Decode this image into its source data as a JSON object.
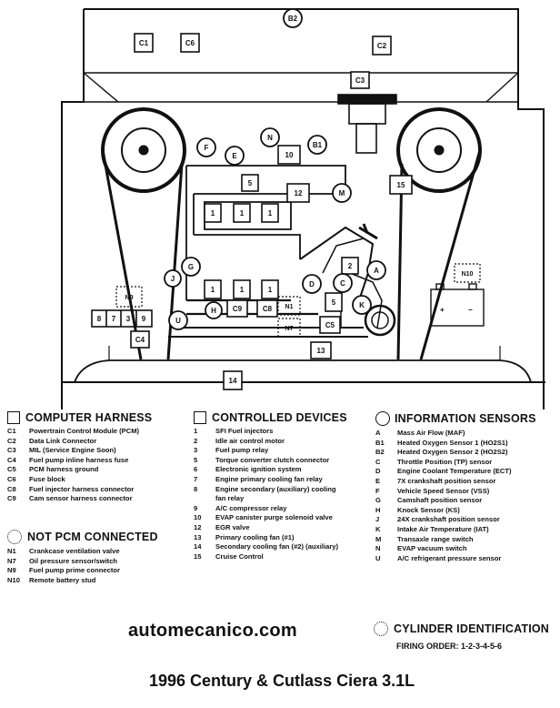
{
  "diagram": {
    "connectors": [
      {
        "id": "c1",
        "text": "C1"
      },
      {
        "id": "c6",
        "text": "C6"
      },
      {
        "id": "c2",
        "text": "C2"
      },
      {
        "id": "c3",
        "text": "C3"
      },
      {
        "id": "c4",
        "text": "C4"
      },
      {
        "id": "c5",
        "text": "C5"
      },
      {
        "id": "c8",
        "text": "C8"
      },
      {
        "id": "c9",
        "text": "C9"
      },
      {
        "id": "d10",
        "text": "10"
      },
      {
        "id": "d5",
        "text": "5"
      },
      {
        "id": "d12",
        "text": "12"
      },
      {
        "id": "d15",
        "text": "15"
      },
      {
        "id": "d13",
        "text": "13"
      },
      {
        "id": "d14",
        "text": "14"
      },
      {
        "id": "d2",
        "text": "2"
      },
      {
        "id": "d5b",
        "text": "5"
      },
      {
        "id": "d8",
        "text": "8"
      },
      {
        "id": "d7",
        "text": "7"
      },
      {
        "id": "d3",
        "text": "3"
      },
      {
        "id": "d9",
        "text": "9"
      },
      {
        "id": "d1a",
        "text": "1"
      },
      {
        "id": "d1b",
        "text": "1"
      },
      {
        "id": "d1c",
        "text": "1"
      },
      {
        "id": "d1d",
        "text": "1"
      },
      {
        "id": "d1e",
        "text": "1"
      },
      {
        "id": "d1f",
        "text": "1"
      }
    ],
    "sensors": [
      {
        "id": "b2",
        "text": "B2"
      },
      {
        "id": "f",
        "text": "F"
      },
      {
        "id": "e",
        "text": "E"
      },
      {
        "id": "n",
        "text": "N"
      },
      {
        "id": "b1",
        "text": "B1"
      },
      {
        "id": "m",
        "text": "M"
      },
      {
        "id": "g",
        "text": "G"
      },
      {
        "id": "j",
        "text": "J"
      },
      {
        "id": "u",
        "text": "U"
      },
      {
        "id": "h",
        "text": "H"
      },
      {
        "id": "d",
        "text": "D"
      },
      {
        "id": "c",
        "text": "C"
      },
      {
        "id": "a",
        "text": "A"
      },
      {
        "id": "k",
        "text": "K"
      }
    ],
    "npcm": [
      {
        "id": "n9",
        "text": "N9"
      },
      {
        "id": "n10",
        "text": "N10"
      },
      {
        "id": "n1",
        "text": "N1"
      },
      {
        "id": "n7",
        "text": "N7"
      }
    ],
    "battery_plus": "+",
    "battery_minus": "−"
  },
  "legend": {
    "computer_harness": {
      "title": "COMPUTER HARNESS",
      "items": [
        {
          "code": "C1",
          "desc": "Powertrain Control Module (PCM)"
        },
        {
          "code": "C2",
          "desc": "Data Link Connector"
        },
        {
          "code": "C3",
          "desc": "MIL (Service Engine Soon)"
        },
        {
          "code": "C4",
          "desc": "Fuel pump inline harness fuse"
        },
        {
          "code": "C5",
          "desc": "PCM harness ground"
        },
        {
          "code": "C6",
          "desc": "Fuse block"
        },
        {
          "code": "C8",
          "desc": "Fuel injector harness connector"
        },
        {
          "code": "C9",
          "desc": "Cam sensor harness connector"
        }
      ]
    },
    "not_pcm": {
      "title": "NOT PCM CONNECTED",
      "items": [
        {
          "code": "N1",
          "desc": "Crankcase ventilation valve"
        },
        {
          "code": "N7",
          "desc": "Oil pressure sensor/switch"
        },
        {
          "code": "N9",
          "desc": "Fuel pump prime connector"
        },
        {
          "code": "N10",
          "desc": "Remote battery stud"
        }
      ]
    },
    "controlled_devices": {
      "title": "CONTROLLED DEVICES",
      "items": [
        {
          "code": "1",
          "desc": "SFI Fuel injectors"
        },
        {
          "code": "2",
          "desc": "Idle air control motor"
        },
        {
          "code": "3",
          "desc": "Fuel pump relay"
        },
        {
          "code": "5",
          "desc": "Torque converter clutch connector"
        },
        {
          "code": "6",
          "desc": "Electronic ignition system"
        },
        {
          "code": "7",
          "desc": "Engine primary cooling fan relay"
        },
        {
          "code": "8",
          "desc": "Engine secondary (auxiliary) cooling"
        },
        {
          "code": "",
          "desc": "fan relay"
        },
        {
          "code": "9",
          "desc": "A/C compressor relay"
        },
        {
          "code": "10",
          "desc": "EVAP canister purge solenoid valve"
        },
        {
          "code": "12",
          "desc": "EGR valve"
        },
        {
          "code": "13",
          "desc": "Primary cooling fan (#1)"
        },
        {
          "code": "14",
          "desc": "Secondary cooling fan (#2) (auxiliary)"
        },
        {
          "code": "15",
          "desc": "Cruise Control"
        }
      ]
    },
    "information_sensors": {
      "title": "INFORMATION SENSORS",
      "items": [
        {
          "code": "A",
          "desc": "Mass Air Flow (MAF)"
        },
        {
          "code": "B1",
          "desc": "Heated Oxygen Sensor 1 (HO2S1)"
        },
        {
          "code": "B2",
          "desc": "Heated Oxygen Sensor 2 (HO2S2)"
        },
        {
          "code": "C",
          "desc": "Throttle Position (TP) sensor"
        },
        {
          "code": "D",
          "desc": "Engine Coolant Temperature (ECT)"
        },
        {
          "code": "E",
          "desc": "7X crankshaft position sensor"
        },
        {
          "code": "F",
          "desc": "Vehicle Speed Sensor (VSS)"
        },
        {
          "code": "G",
          "desc": "Camshaft position sensor"
        },
        {
          "code": "H",
          "desc": "Knock Sensor (KS)"
        },
        {
          "code": "J",
          "desc": "24X crankshaft position sensor"
        },
        {
          "code": "K",
          "desc": "Intake Air Temperature (IAT)"
        },
        {
          "code": "M",
          "desc": "Transaxle range switch"
        },
        {
          "code": "N",
          "desc": "EVAP vacuum switch"
        },
        {
          "code": "U",
          "desc": "A/C refrigerant pressure sensor"
        }
      ]
    }
  },
  "brand": "automecanico.com",
  "cylinder_id": {
    "title": "CYLINDER IDENTIFICATION",
    "firing_order": "FIRING ORDER: 1-2-3-4-5-6"
  },
  "caption": "1996 Century & Cutlass Ciera 3.1L"
}
